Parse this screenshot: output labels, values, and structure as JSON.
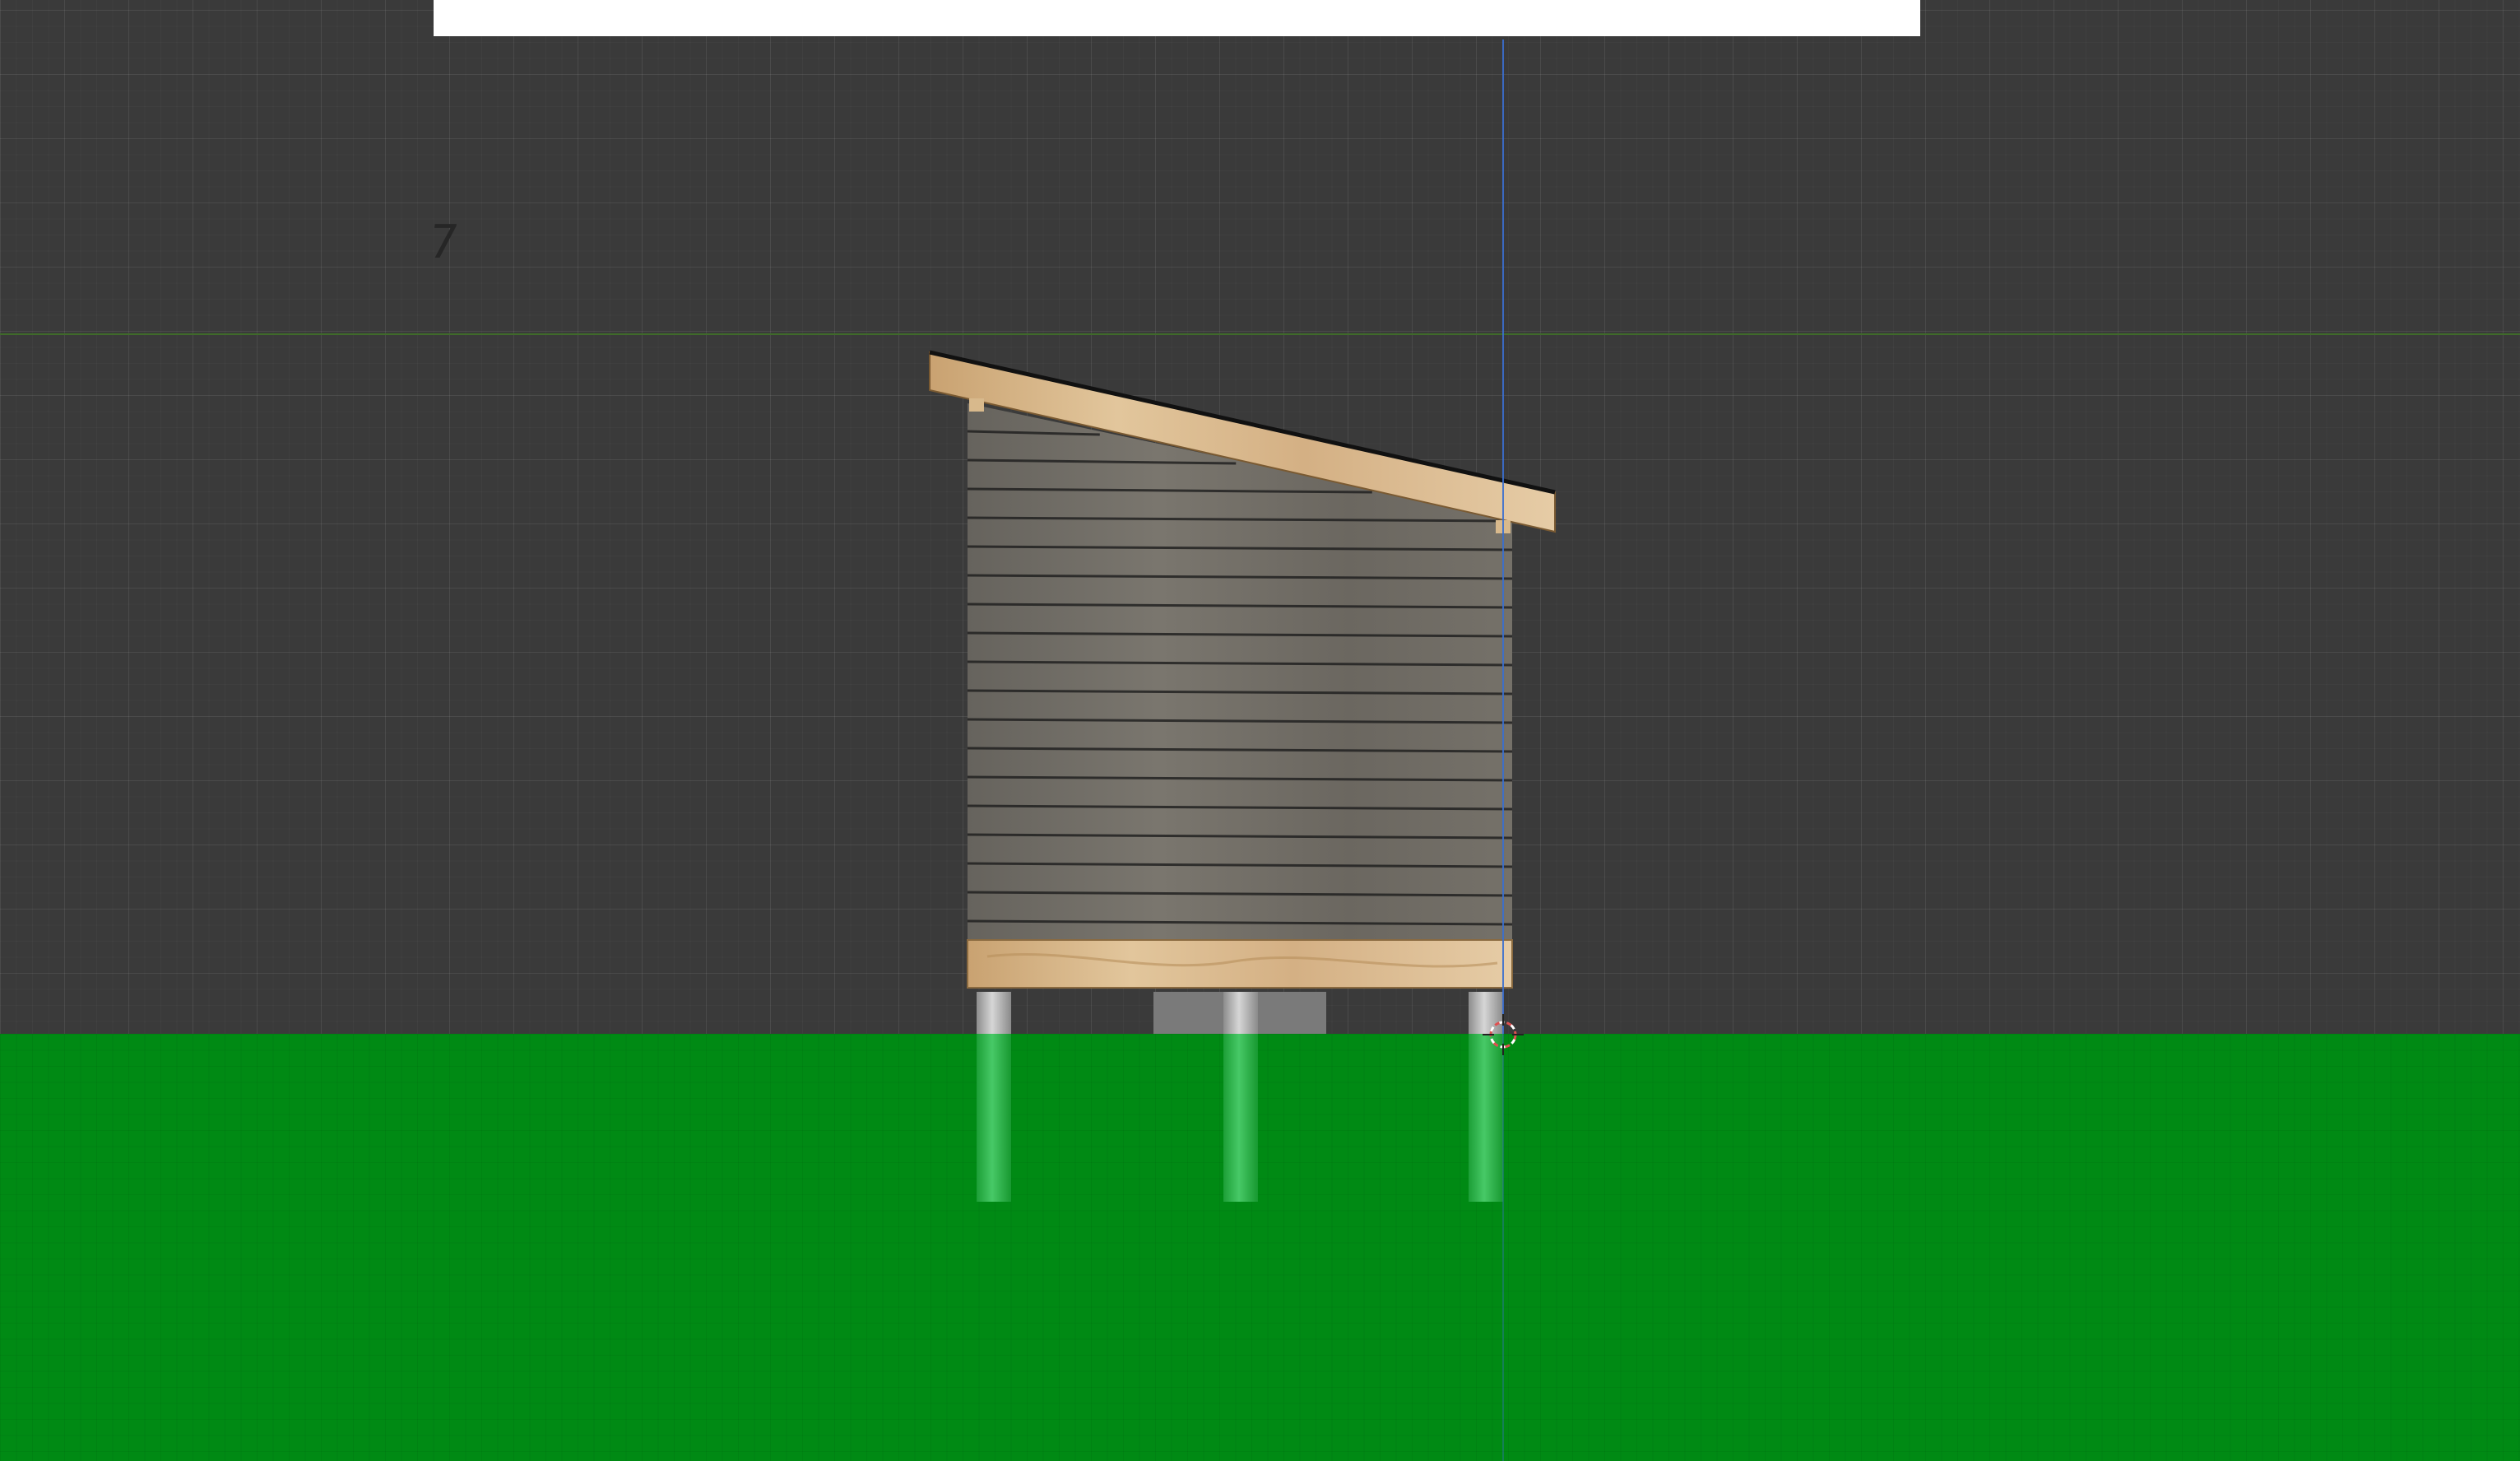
{
  "viewport": {
    "view_number": "7",
    "background_color": "#3a3a3a",
    "grid_color": "#4a4a4a"
  },
  "header_bar": {
    "color": "#ffffff"
  },
  "scene": {
    "objects": [
      "roof-panel",
      "wall-cladding",
      "floor-beam",
      "support-posts",
      "ground-plane",
      "3d-cursor"
    ],
    "colors": {
      "ground": "#008a14",
      "cladding": "#6e6a63",
      "plywood": "#d8b98c",
      "post": "#b8b8b8",
      "axis_blue": "#3a6fd0",
      "axis_green": "#3f6a2a",
      "cursor_ring": "#e05050"
    }
  }
}
